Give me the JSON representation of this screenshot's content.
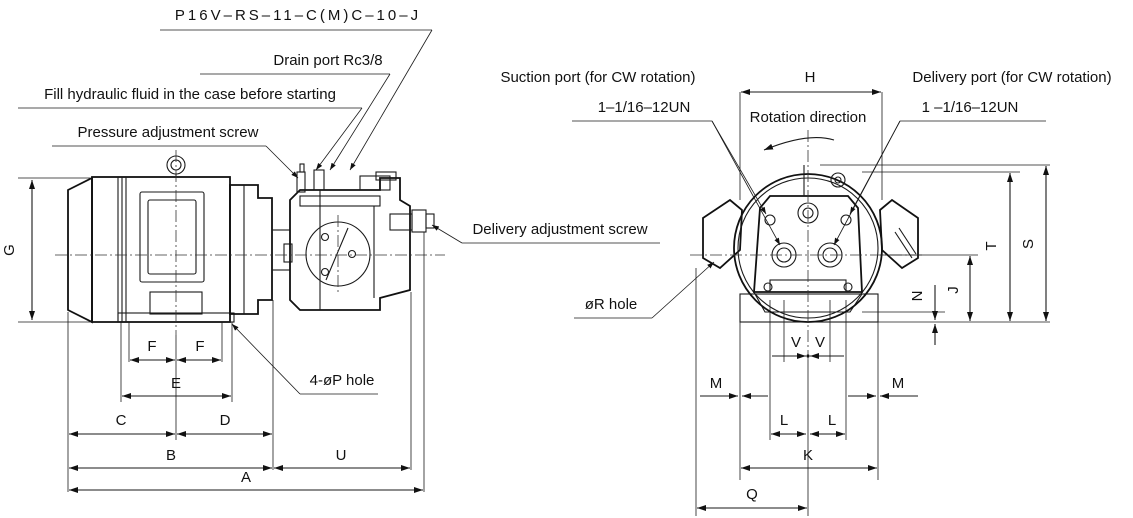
{
  "part_number": "P16V–RS–11–C(M)C–10–J",
  "callouts": {
    "drain_port": "Drain port Rc3/8",
    "fill_note": "Fill hydraulic fluid in the case before starting",
    "pressure_screw": "Pressure adjustment screw",
    "delivery_screw": "Delivery adjustment screw",
    "hole_4p": "4-øP hole",
    "suction_port": "Suction port (for CW rotation)",
    "suction_thread": "1–1/16–12UN",
    "delivery_port": "Delivery port (for CW rotation)",
    "delivery_thread": "1 –1/16–12UN",
    "rotation": "Rotation direction",
    "r_hole": "øR hole"
  },
  "dimensions": {
    "A": "A",
    "B": "B",
    "C": "C",
    "D": "D",
    "E": "E",
    "F": "F",
    "G": "G",
    "H": "H",
    "J": "J",
    "K": "K",
    "L": "L",
    "M": "M",
    "N": "N",
    "Q": "Q",
    "S": "S",
    "T": "T",
    "U": "U",
    "V": "V"
  }
}
